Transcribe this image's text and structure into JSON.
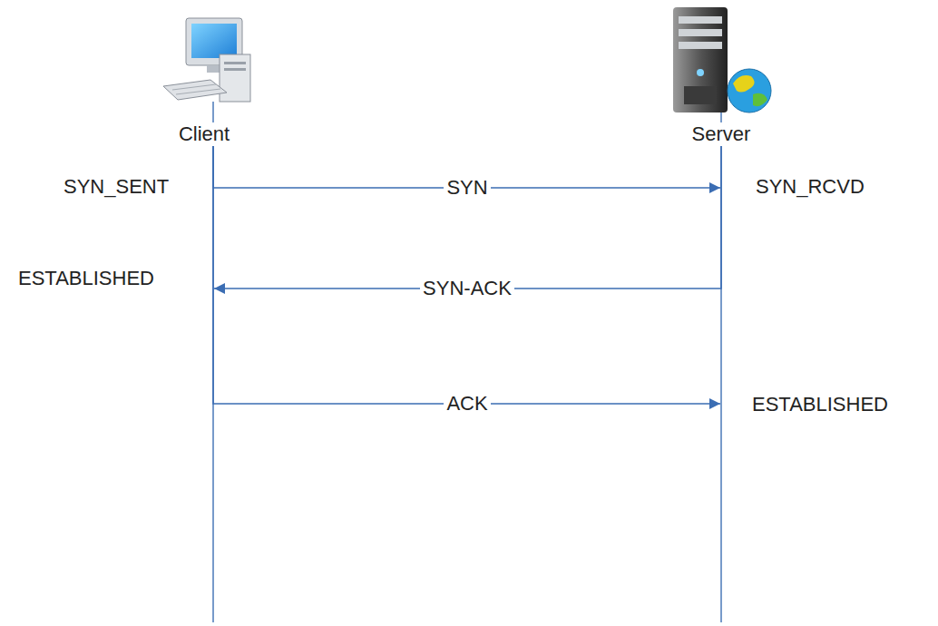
{
  "diagram": {
    "nodes": [
      {
        "text": [
          "Client"
        ]
      },
      {
        "text": [
          "Server"
        ]
      }
    ],
    "edges": [
      {
        "from": 0,
        "to": 1,
        "label": "SYN",
        "arrow": "to"
      },
      {
        "from": 1,
        "to": 0,
        "label": "SYN-ACK",
        "arrow": "to"
      },
      {
        "from": 0,
        "to": 1,
        "label": "ACK",
        "arrow": "to"
      }
    ],
    "labels": [
      "SYN_SENT",
      "ESTABLISHED",
      "SYN_RCVD",
      "ESTABLISHED"
    ]
  }
}
